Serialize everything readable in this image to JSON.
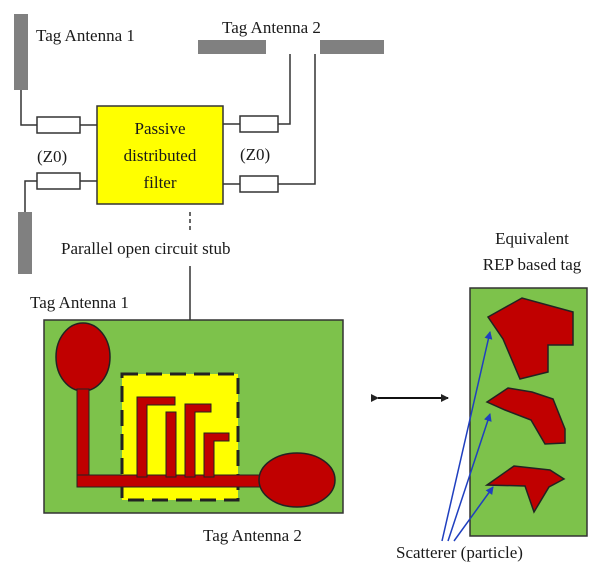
{
  "labels": {
    "tag_antenna_1_top": "Tag Antenna 1",
    "tag_antenna_2_top": "Tag Antenna 2",
    "z0_left": "(Z0)",
    "z0_right": "(Z0)",
    "filter_line1": "Passive",
    "filter_line2": "distributed",
    "filter_line3": "filter",
    "stub_label": "Parallel open circuit stub",
    "tag_antenna_1_bottom": "Tag Antenna 1",
    "tag_antenna_2_bottom": "Tag Antenna 2",
    "equivalent_line1": "Equivalent",
    "equivalent_line2": "REP based tag",
    "scatterer_label": "Scatterer (particle)"
  },
  "colors": {
    "antenna_gray": "#808080",
    "filter_yellow": "#ffff00",
    "substrate_green": "#7dc24b",
    "conductor_red": "#c00000",
    "arrow_blue": "#1f3fbf",
    "line_dark": "#333333"
  }
}
